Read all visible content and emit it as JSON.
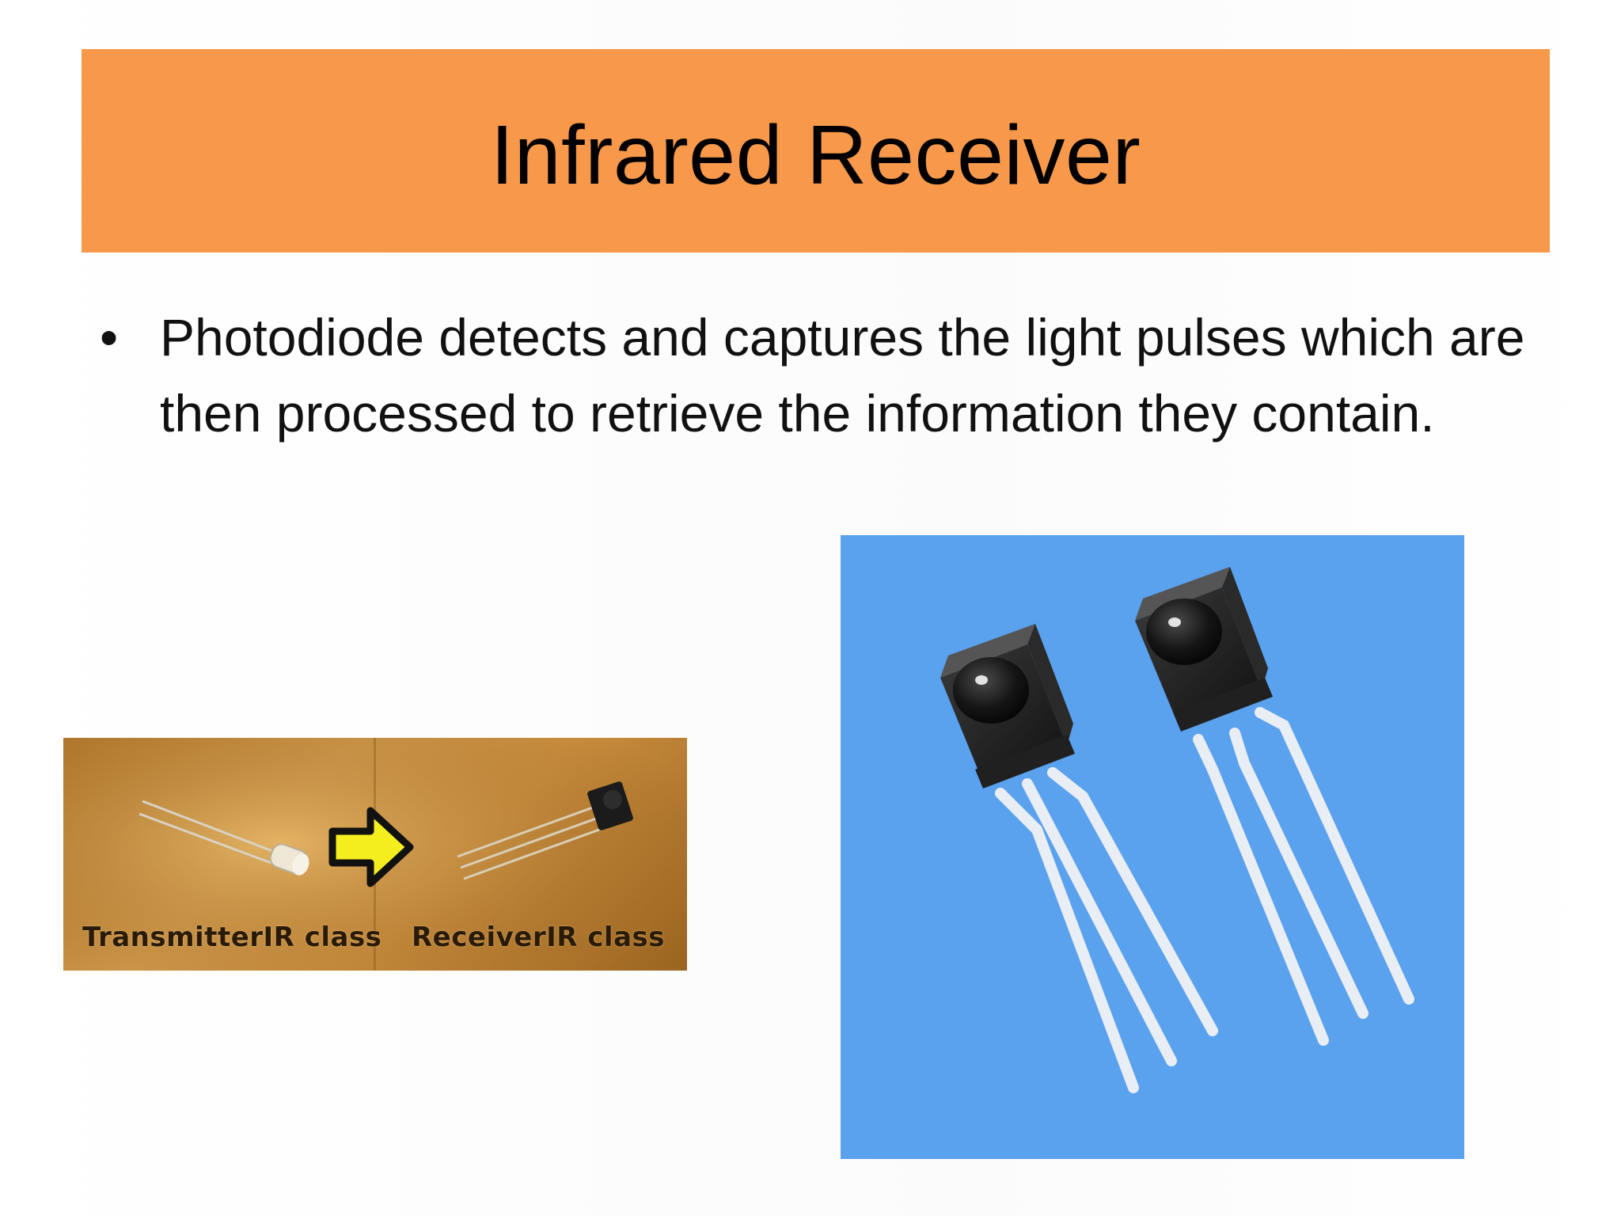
{
  "slide": {
    "title": "Infrared Receiver",
    "bullets": [
      {
        "text": "Photodiode detects and captures the light pulses which are then processed to retrieve the information they contain."
      }
    ]
  },
  "left_photo": {
    "caption_transmitter": "TransmitterIR class",
    "caption_receiver": "ReceiverIR class",
    "background_color": "#c98d3d",
    "arrow_color": "#f5ee1e"
  },
  "right_photo": {
    "background_color": "#5aa1ee",
    "subject": "ir-receiver-modules"
  },
  "colors": {
    "title_bar": "#f7984a",
    "text": "#111111"
  }
}
